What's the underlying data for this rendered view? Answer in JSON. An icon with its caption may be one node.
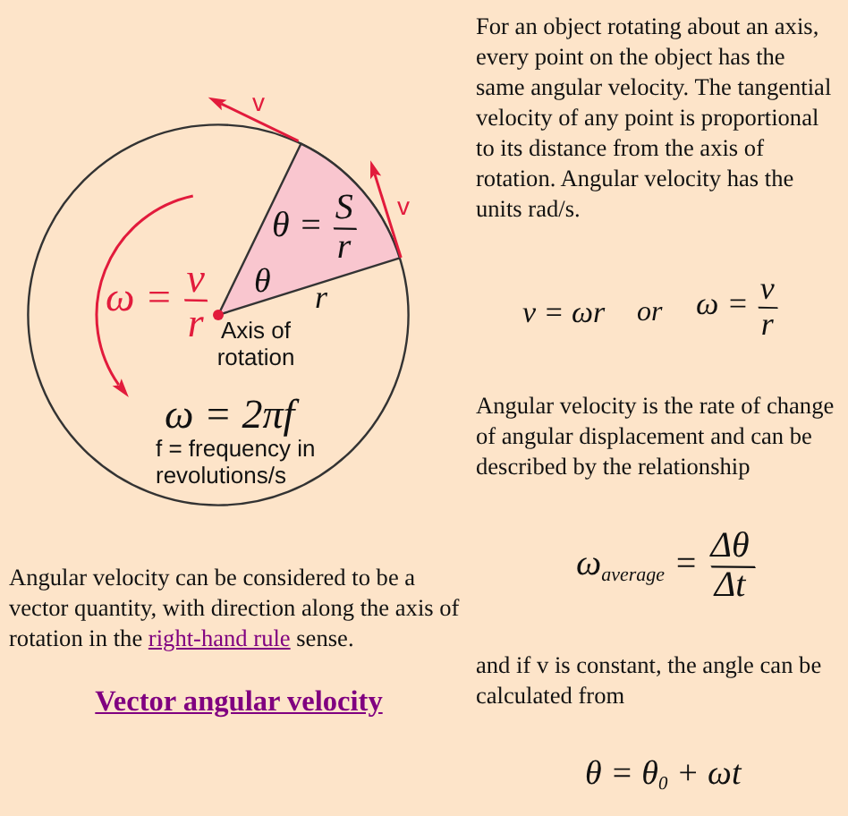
{
  "diagram": {
    "nodes": [
      {
        "text": [
          "ω = v/r",
          "r",
          "Axis of rotation",
          "ω = 2πf",
          "f = frequency in revolutions/s"
        ]
      },
      {
        "text": [
          "θ = S/r",
          "θ"
        ],
        "in": 0
      }
    ],
    "labels": [
      "v",
      "v",
      "Angular velocity can be considered to be a vector quantity, with direction along the axis of rotation in the *right-hand rule* sense.",
      "Vector angular velocity",
      "For an object rotating about an axis, every point on the object has the same angular velocity. The tangential velocity of any point is proportional to its distance from the axis of rotation. Angular velocity has the units rad/s.",
      "v = ωr",
      "or",
      "ω = v/r",
      "Angular velocity is the rate of change of angular displacement and can be described by the relationship",
      "ω$_{average}$ = Δθ/Δt",
      "and if v is constant, the angle can be calculated from",
      "θ = θ$_{0}$ + ωt"
    ]
  }
}
